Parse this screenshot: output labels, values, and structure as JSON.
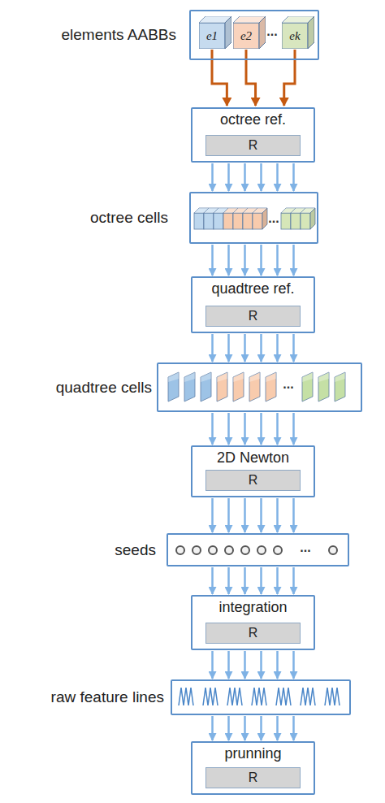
{
  "diagram": {
    "nodes": [
      {
        "text": [
          "elements AABBs"
        ]
      },
      {
        "text": [
          "e1"
        ],
        "in": 0
      },
      {
        "text": [
          "e2"
        ],
        "in": 0
      },
      {
        "text": [
          "ek"
        ],
        "in": 0
      },
      {
        "text": [
          "octree ref."
        ]
      },
      {
        "text": [
          "R"
        ],
        "in": 4
      },
      {
        "text": [
          "octree cells"
        ]
      },
      {
        "text": [
          "quadtree ref."
        ]
      },
      {
        "text": [
          "R"
        ],
        "in": 7
      },
      {
        "text": [
          "quadtree cells"
        ]
      },
      {
        "text": [
          "2D Newton"
        ]
      },
      {
        "text": [
          "R"
        ],
        "in": 10
      },
      {
        "text": [
          "seeds"
        ]
      },
      {
        "text": [
          "integration"
        ]
      },
      {
        "text": [
          "R"
        ],
        "in": 13
      },
      {
        "text": [
          "raw feature lines"
        ]
      },
      {
        "text": [
          "prunning"
        ]
      },
      {
        "text": [
          "R"
        ],
        "in": 16
      }
    ],
    "edges": [
      {
        "from": 1,
        "to": 4,
        "arrow": "to"
      },
      {
        "from": 2,
        "to": 4,
        "arrow": "to"
      },
      {
        "from": 3,
        "to": 4,
        "arrow": "to"
      },
      {
        "from": 4,
        "to": 6,
        "arrow": "to"
      },
      {
        "from": 6,
        "to": 7,
        "arrow": "to"
      },
      {
        "from": 7,
        "to": 9,
        "arrow": "to"
      },
      {
        "from": 9,
        "to": 10,
        "arrow": "to"
      },
      {
        "from": 10,
        "to": 12,
        "arrow": "to"
      },
      {
        "from": 12,
        "to": 13,
        "arrow": "to"
      },
      {
        "from": 13,
        "to": 15,
        "arrow": "to"
      },
      {
        "from": 15,
        "to": 16,
        "arrow": "to"
      }
    ],
    "labels": [
      "...",
      "...",
      "...",
      "..."
    ]
  }
}
